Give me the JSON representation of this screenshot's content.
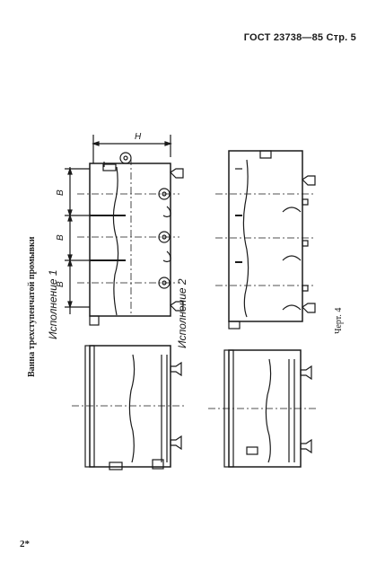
{
  "header": {
    "text": "ГОСТ 23738—85 Стр. 5"
  },
  "side_title": "Ванна трехступенчатой промывки",
  "variant1_label": "Исполнение 1",
  "variant2_label": "Исполнение 2",
  "figure_caption": "Черт. 4",
  "page_number": "2*",
  "dims": {
    "h": "H",
    "b1": "B",
    "b2": "B",
    "b3": "B"
  }
}
